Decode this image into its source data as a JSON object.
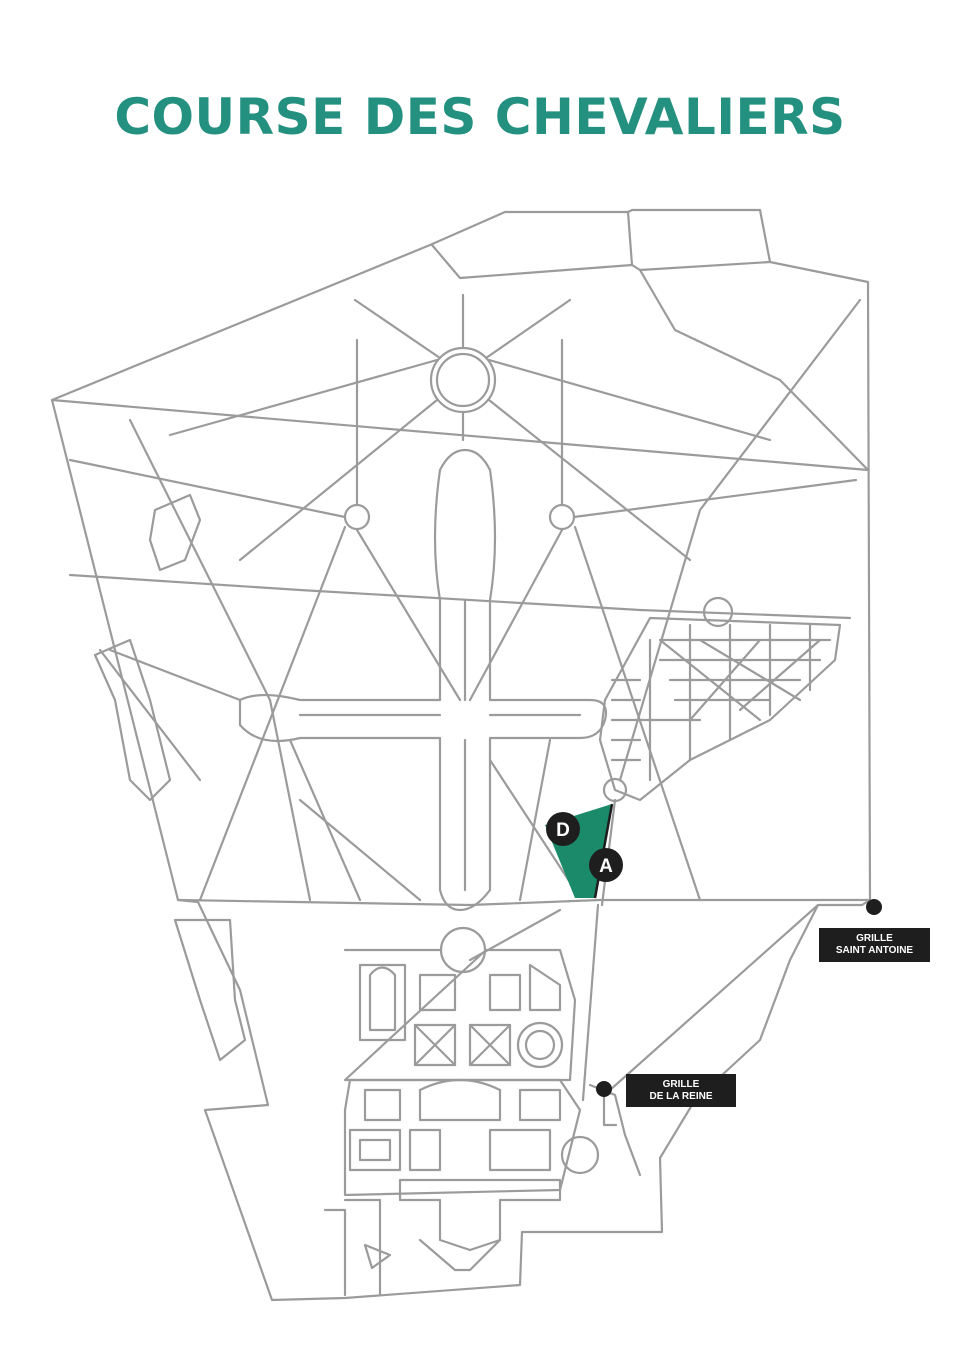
{
  "title": "COURSE DES CHEVALIERS",
  "colors": {
    "title": "#24907f",
    "route_area": "#1a8a6a",
    "map_lines": "#9b9b9b",
    "marker": "#1e1e1e",
    "label_bg": "#1e1e1e"
  },
  "markers": {
    "start": "D",
    "arrival": "A"
  },
  "gates": [
    {
      "line1": "GRILLE",
      "line2": "SAINT ANTOINE",
      "icon": "dot-marker"
    },
    {
      "line1": "GRILLE",
      "line2": "DE LA REINE",
      "icon": "dot-marker"
    }
  ]
}
